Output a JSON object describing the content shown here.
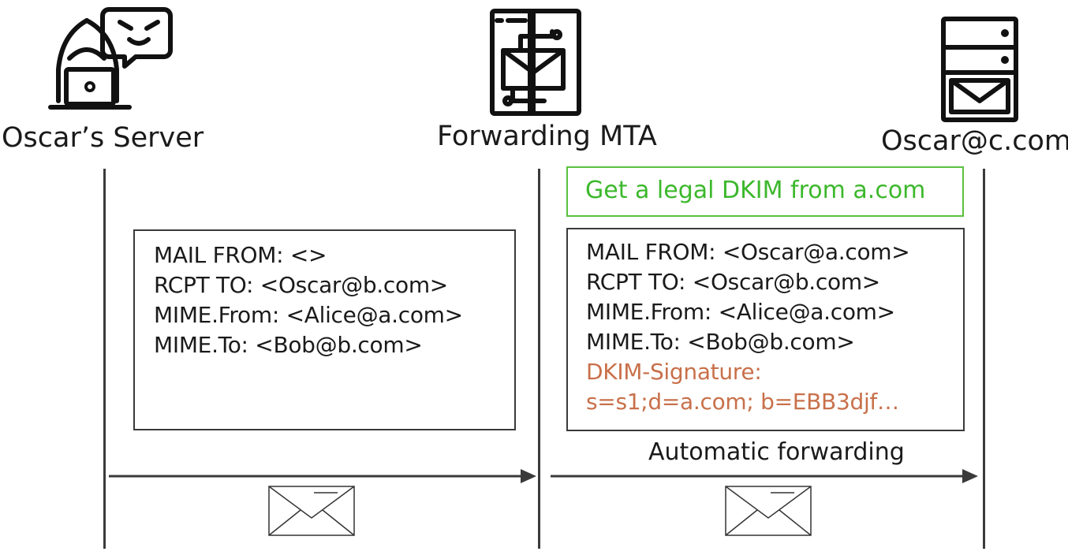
{
  "actors": {
    "oscar_server": {
      "label": "Oscar’s Server",
      "icon": "hacker-icon"
    },
    "forwarding_mta": {
      "label": "Forwarding MTA",
      "icon": "mail-server-icon"
    },
    "oscar_c": {
      "label": "Oscar@c.com",
      "icon": "mail-inbox-server-icon"
    }
  },
  "left_message": {
    "lines": [
      "MAIL FROM: <>",
      "RCPT TO: <Oscar@b.com>",
      "MIME.From: <Alice@a.com>",
      "MIME.To: <Bob@b.com>"
    ]
  },
  "right_message": {
    "lines": [
      "MAIL FROM: <Oscar@a.com>",
      "RCPT TO: <Oscar@b.com>",
      "MIME.From: <Alice@a.com>",
      "MIME.To: <Bob@b.com>"
    ],
    "dkim_lines": [
      "DKIM-Signature:",
      "s=s1;d=a.com; b=EBB3djf…"
    ]
  },
  "dkim_note": "Get a legal DKIM from a.com",
  "forward_label": "Automatic forwarding",
  "colors": {
    "line": "#3a3a3a",
    "dkim_note": "#3cb82c",
    "dkim_note_border": "#59c03f",
    "dkim_signature": "#c8704a"
  }
}
